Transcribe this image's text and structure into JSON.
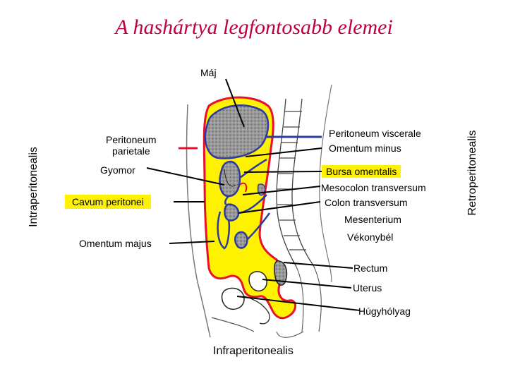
{
  "title": "A hashártya legfontosabb elemei",
  "labels": {
    "maj": "Máj",
    "peritoneum_parietale": "Peritoneum\nparietale",
    "gyomor": "Gyomor",
    "cavum_peritonei": "Cavum peritonei",
    "omentum_majus": "Omentum majus",
    "peritoneum_viscerale": "Peritoneum viscerale",
    "omentum_minus": "Omentum minus",
    "bursa_omentalis": "Bursa omentalis",
    "mesocolon_transversum": "Mesocolon transversum",
    "colon_transversum": "Colon transversum",
    "mesenterium": "Mesenterium",
    "vekonybel": "Vékonybél",
    "rectum": "Rectum",
    "uterus": "Uterus",
    "hugyholyag": "Húgyhólyag",
    "infraperitonealis": "Infraperitonealis",
    "intraperitonealis": "Intraperitonealis",
    "retroperitonealis": "Retroperitonealis"
  },
  "colors": {
    "title": "#c00040",
    "peritoneal_cavity": "#fff200",
    "parietal_peritoneum": "#e8102a",
    "visceral_peritoneum": "#2d3a9e",
    "organ_fill": "#8c8c8c",
    "highlight_box": "#fff200"
  }
}
